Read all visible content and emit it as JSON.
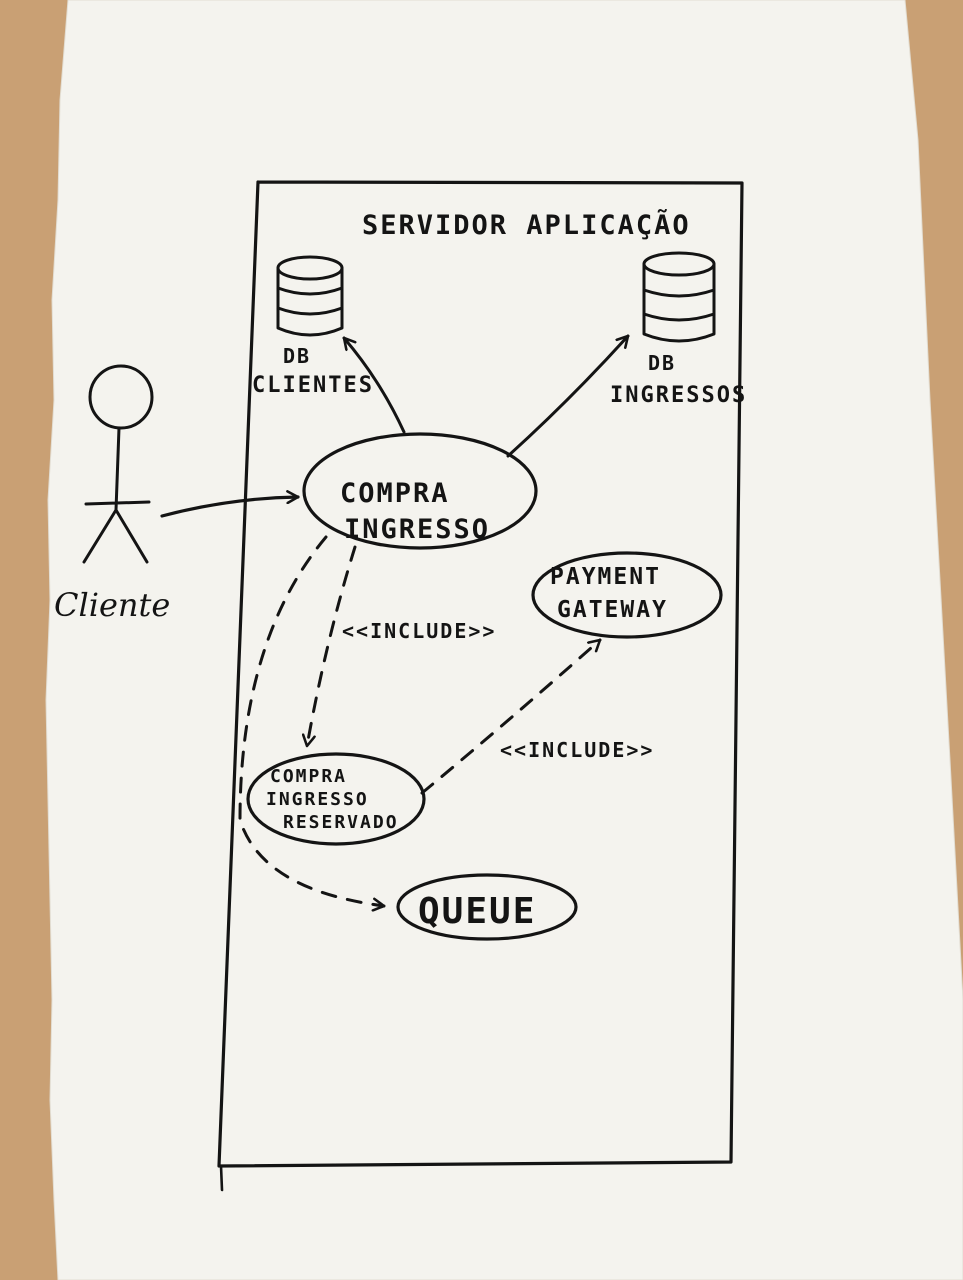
{
  "diagram": {
    "system_boundary": {
      "title": "SERVIDOR APLICAÇÃO"
    },
    "actor": {
      "label": "Cliente"
    },
    "databases": {
      "clientes": {
        "line1": "DB",
        "line2": "CLIENTES"
      },
      "ingressos": {
        "line1": "DB",
        "line2": "INGRESSOS"
      }
    },
    "use_cases": {
      "compra_ingresso": {
        "line1": "COMPRA",
        "line2": "INGRESSO"
      },
      "payment_gateway": {
        "line1": "PAYMENT",
        "line2": "GATEWAY"
      },
      "compra_reservado": {
        "line1": "COMPRA",
        "line2": "INGRESSO",
        "line3": "RESERVADO"
      },
      "queue": {
        "label": "QUEUE"
      }
    },
    "relations": {
      "include_1": "<<INCLUDE>>",
      "include_2": "<<INCLUDE>>"
    }
  }
}
